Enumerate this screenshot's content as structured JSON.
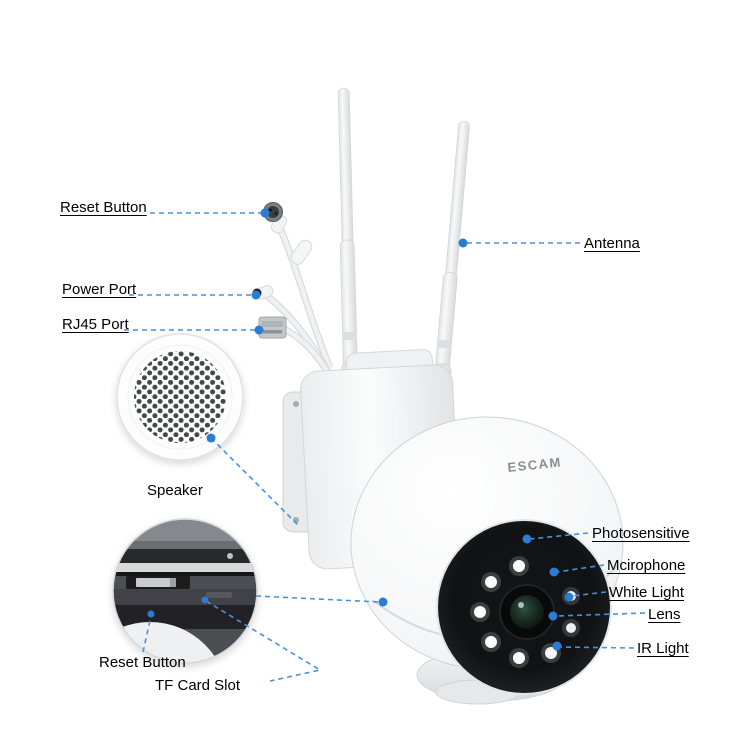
{
  "brand": "ESCAM",
  "callouts": {
    "reset_button_top": "Reset Button",
    "power_port": "Power Port",
    "rj45_port": "RJ45 Port",
    "antenna": "Antenna",
    "speaker": "Speaker",
    "reset_button_bottom": "Reset Button",
    "tf_card_slot": "TF Card Slot",
    "photosensitive": "Photosensitive",
    "microphone": "Mcirophone",
    "white_light": "White Light",
    "lens": "Lens",
    "ir_light": "IR Light"
  },
  "colors": {
    "callout_line": "#4a90d9",
    "callout_dot": "#2b7cd3",
    "label_text": "#000000",
    "background": "#ffffff"
  }
}
